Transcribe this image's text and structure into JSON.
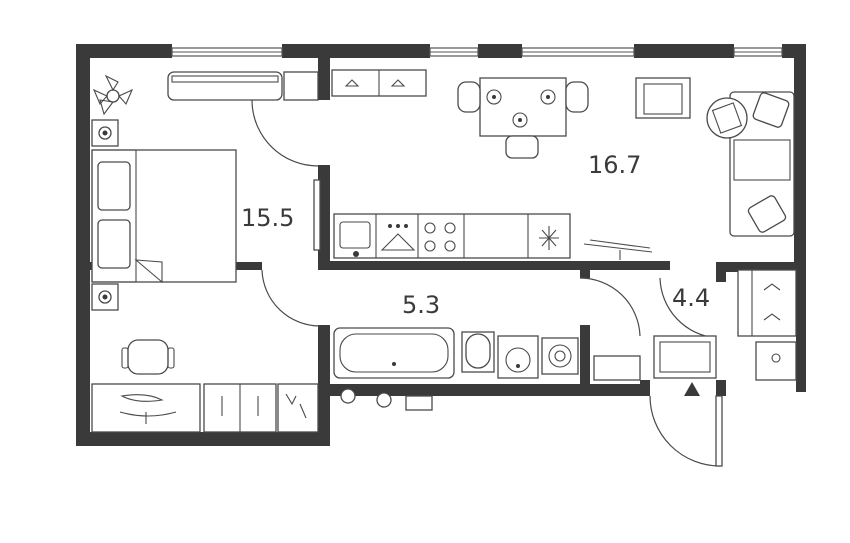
{
  "plan": {
    "rooms": [
      {
        "id": "bedroom",
        "area": "15.5"
      },
      {
        "id": "living-kitchen",
        "area": "16.7"
      },
      {
        "id": "bathroom",
        "area": "5.3"
      },
      {
        "id": "hallway",
        "area": "4.4"
      }
    ],
    "colors": {
      "wall": "#3a3a3a",
      "line": "#4a4a4a",
      "background": "#ffffff"
    }
  }
}
